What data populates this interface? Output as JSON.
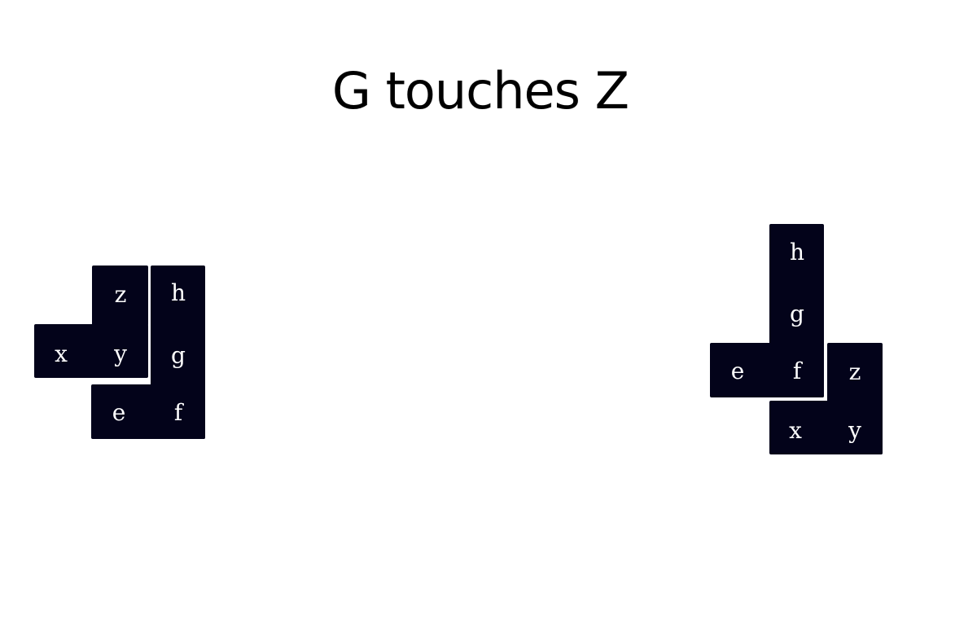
{
  "title": "G touches Z",
  "colors": {
    "tile_fill": "#03031a",
    "label_text": "#ffffff",
    "background": "#ffffff"
  },
  "left_arrangement": {
    "piece_zyx": {
      "labels": [
        "z",
        "x",
        "y"
      ]
    },
    "piece_hgfe": {
      "labels": [
        "h",
        "g",
        "e",
        "f"
      ]
    }
  },
  "right_arrangement": {
    "piece_hgfe": {
      "labels": [
        "h",
        "g",
        "e",
        "f"
      ]
    },
    "piece_zxy": {
      "labels": [
        "z",
        "x",
        "y"
      ]
    }
  }
}
